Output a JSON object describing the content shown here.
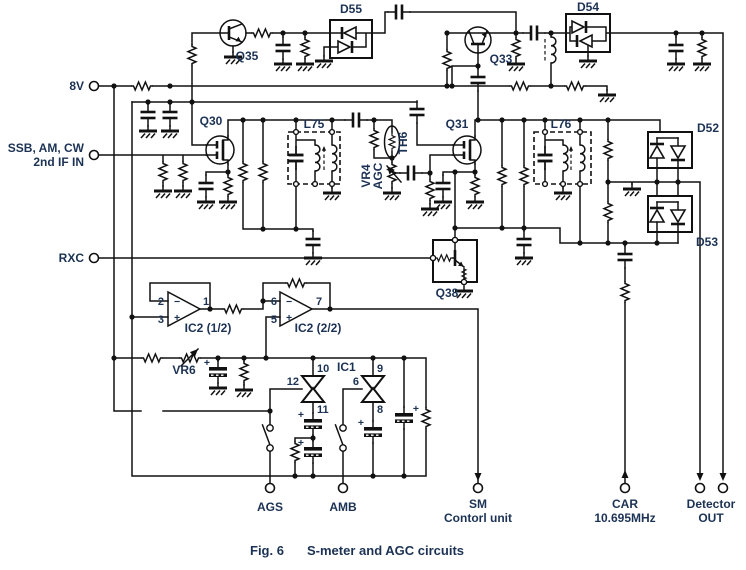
{
  "figure": {
    "prefix": "Fig. 6",
    "title": "S-meter and AGC circuits"
  },
  "terminals": {
    "v8": "8V",
    "if_line1": "SSB, AM, CW",
    "if_line2": "2nd IF IN",
    "rxc": "RXC",
    "ags": "AGS",
    "amb": "AMB",
    "sm_line1": "SM",
    "sm_line2": "Contorl unit",
    "car_line1": "CAR",
    "car_line2": "10.695MHz",
    "det_line1": "Detector",
    "det_line2": "OUT"
  },
  "components": {
    "q30": "Q30",
    "q31": "Q31",
    "q33": "Q33",
    "q35": "Q35",
    "q38": "Q38",
    "d52": "D52",
    "d53": "D53",
    "d54": "D54",
    "d55": "D55",
    "l75": "L75",
    "l76": "L76",
    "th6": "TH6",
    "vr4": "VR4",
    "vr4_role": "AGC",
    "vr6": "VR6",
    "ic1": "IC1",
    "ic2a": "IC2 (1/2)",
    "ic2b": "IC2 (2/2)"
  },
  "pins": {
    "p1": "1",
    "p2": "2",
    "p3": "3",
    "p5": "5",
    "p6": "6",
    "p7": "7",
    "p8": "8",
    "p9": "9",
    "p10": "10",
    "p11": "11",
    "p12": "12"
  },
  "marks": {
    "plus": "+",
    "minus": "−"
  },
  "colors": {
    "line": "#111111",
    "label": "#1c3254",
    "background": "#ffffff"
  }
}
